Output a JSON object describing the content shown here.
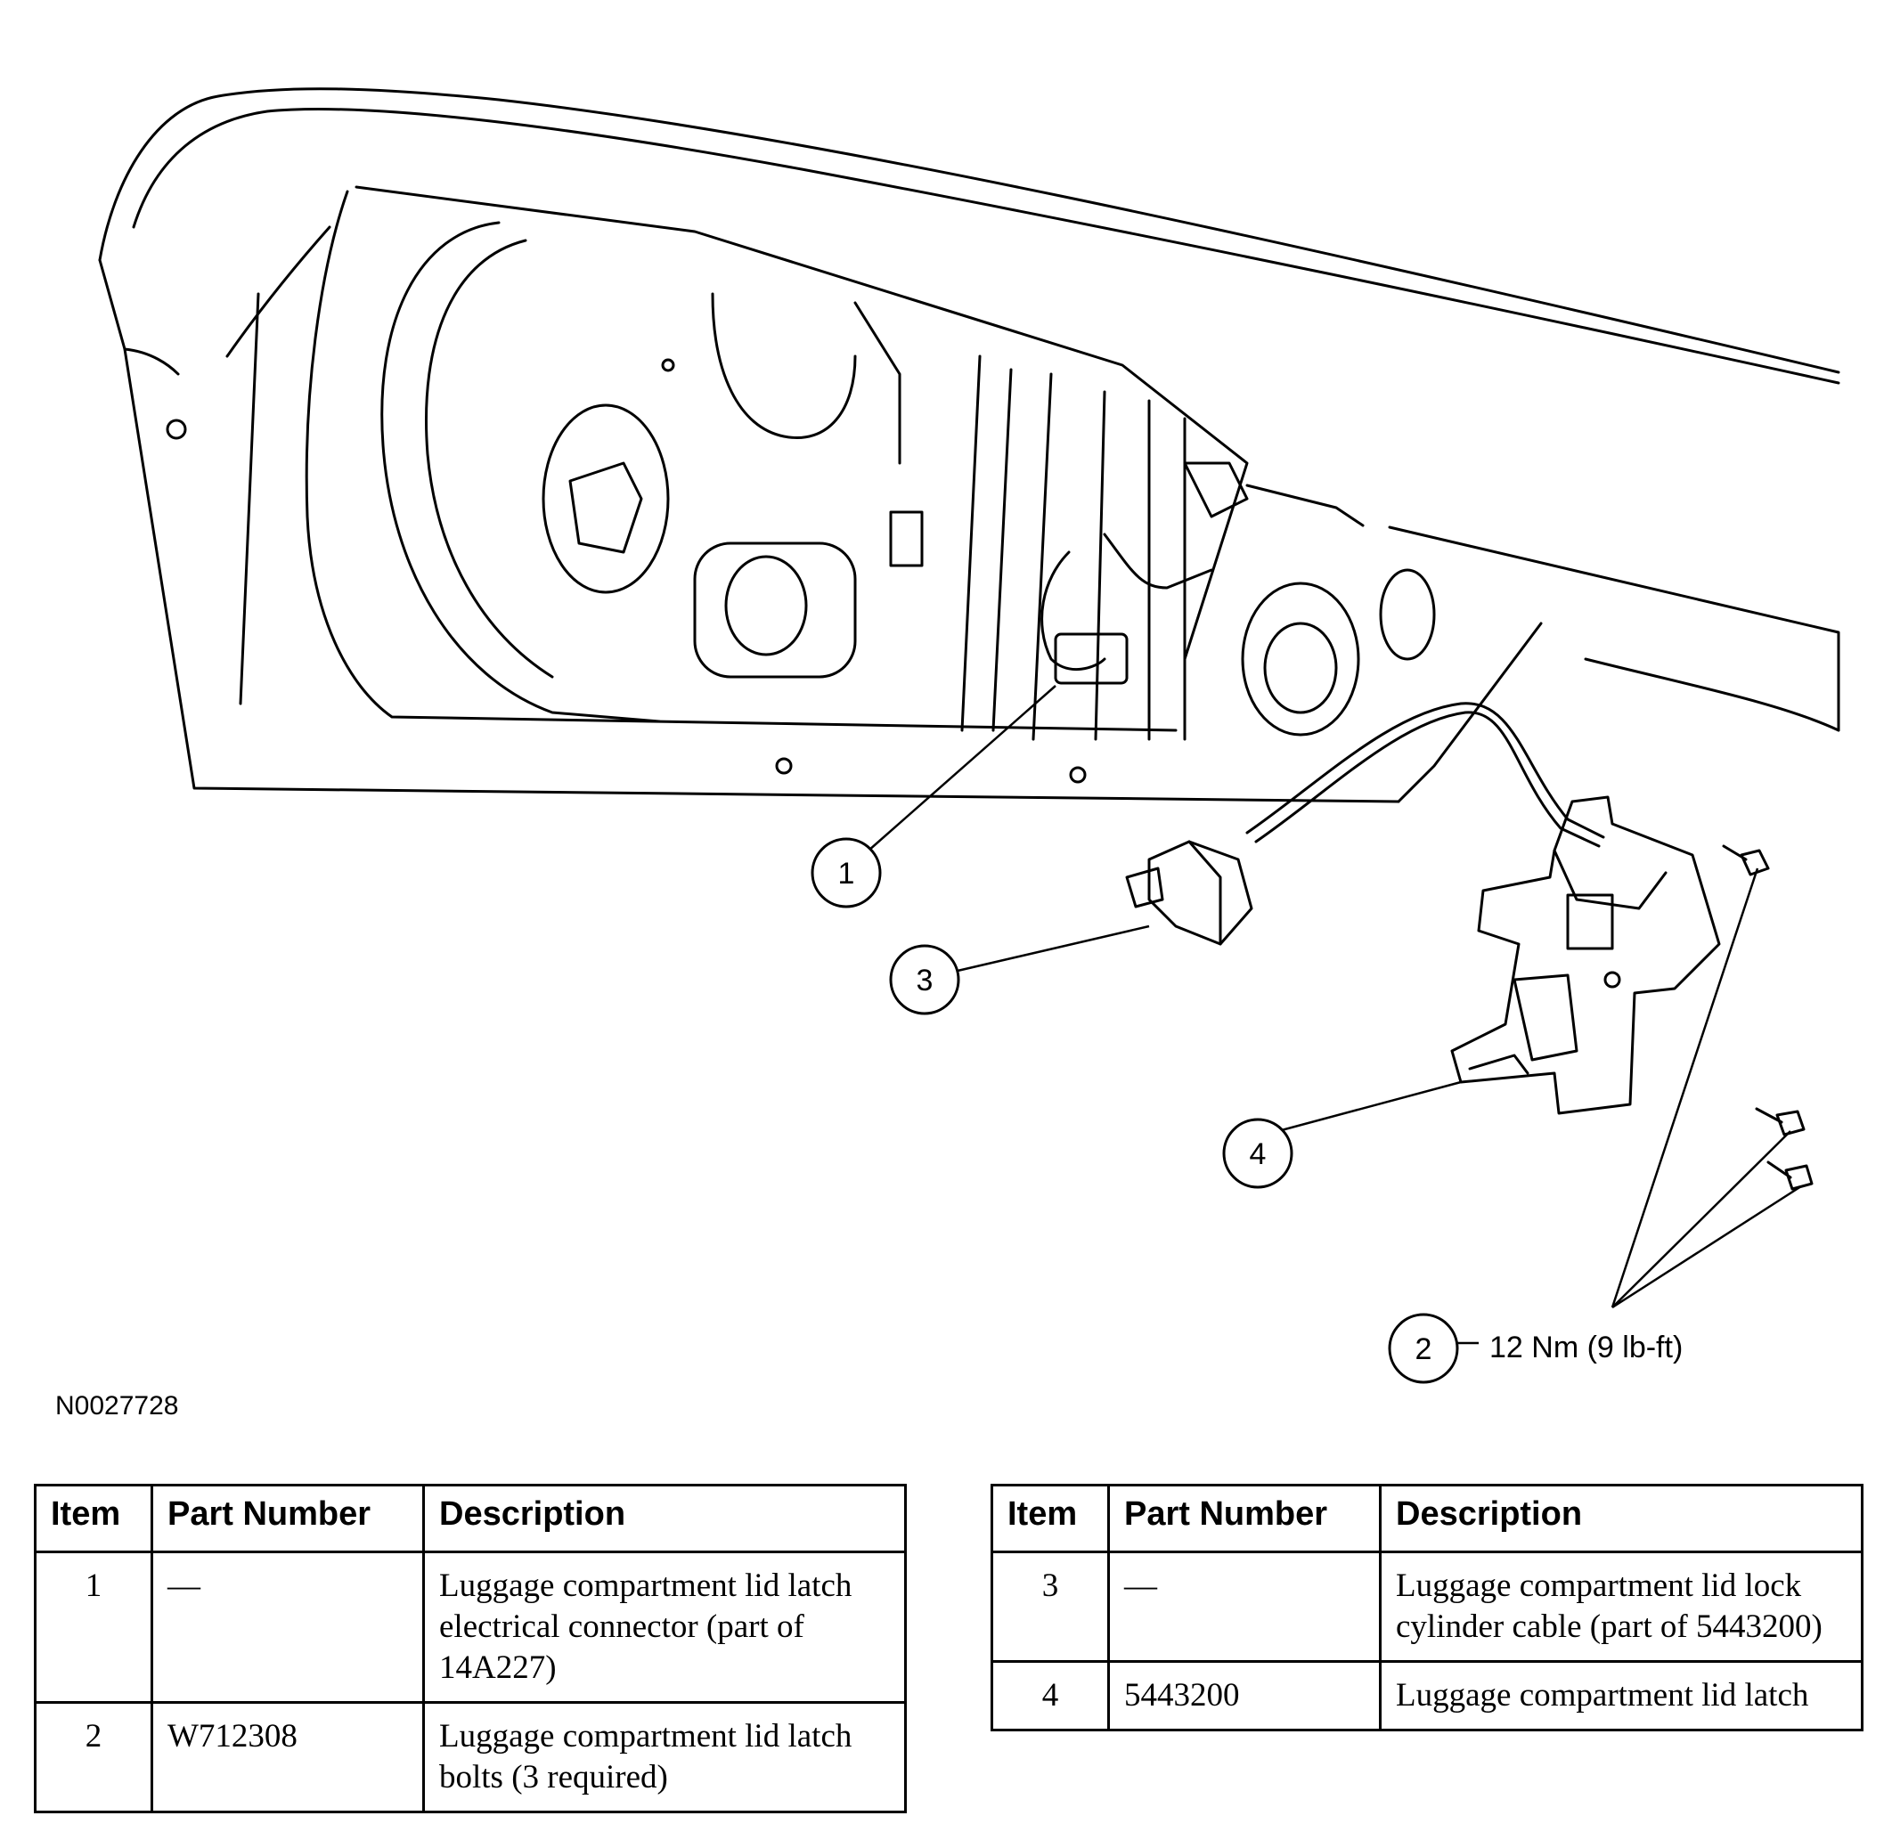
{
  "figure": {
    "code": "N0027728",
    "callouts": [
      {
        "number": "1"
      },
      {
        "number": "2",
        "torque": "12 Nm (9 lb-ft)"
      },
      {
        "number": "3"
      },
      {
        "number": "4"
      }
    ]
  },
  "parts_table": {
    "headers": {
      "item": "Item",
      "part_number": "Part Number",
      "description": "Description"
    },
    "rows": [
      {
        "item": "1",
        "part_number": "—",
        "description": "Luggage compartment lid latch electrical connector (part of 14A227)"
      },
      {
        "item": "2",
        "part_number": "W712308",
        "description": "Luggage compartment lid latch bolts (3 required)"
      },
      {
        "item": "3",
        "part_number": "—",
        "description": "Luggage compartment lid lock cylinder cable (part of 5443200)"
      },
      {
        "item": "4",
        "part_number": "5443200",
        "description": "Luggage compartment lid latch"
      }
    ]
  }
}
